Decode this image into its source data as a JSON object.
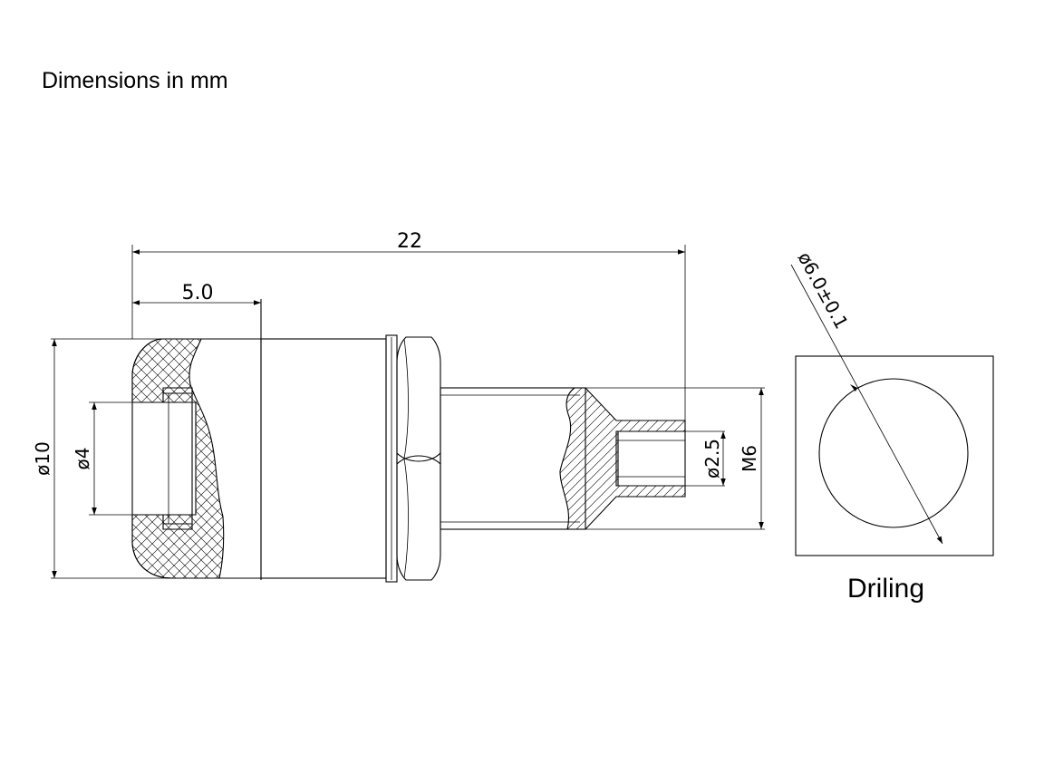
{
  "header": {
    "title": "Dimensions in mm"
  },
  "dimensions": {
    "overall_length": "22",
    "cap_length": "5.0",
    "outer_diameter": "ø10",
    "inner_diameter": "ø4",
    "pin_diameter": "ø2.5",
    "thread": "M6",
    "drilling_diameter": "ø6.0±0.1"
  },
  "drilling": {
    "label": "Driling"
  }
}
